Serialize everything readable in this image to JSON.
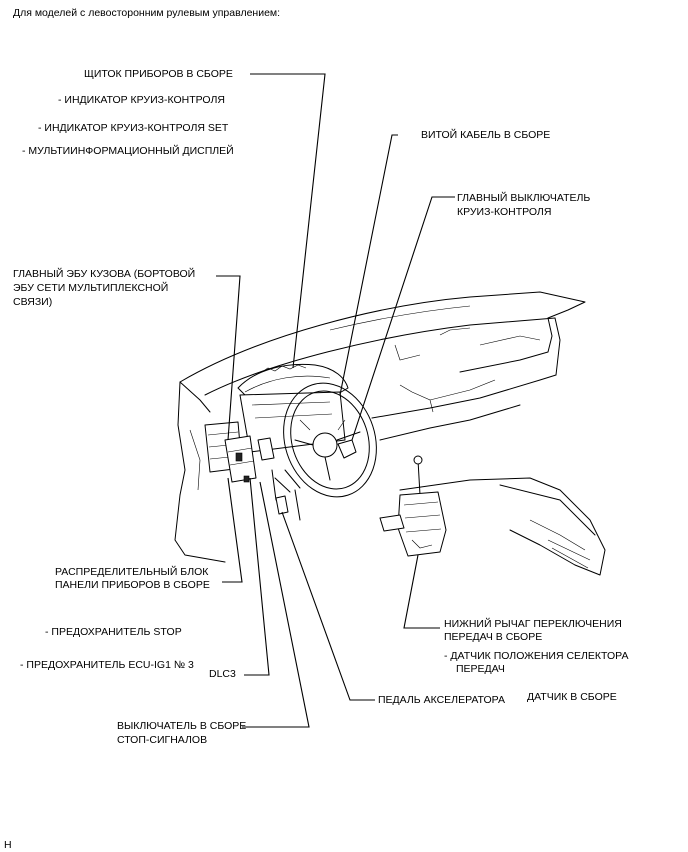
{
  "header": {
    "title": "Для моделей с левосторонним рулевым управлением:"
  },
  "labels": {
    "instrument_cluster": "ЩИТОК ПРИБОРОВ В СБОРЕ",
    "cruise_indicator": "- ИНДИКАТОР КРУИЗ-КОНТРОЛЯ",
    "cruise_set_indicator": "- ИНДИКАТОР КРУИЗ-КОНТРОЛЯ SET",
    "multi_display": "- МУЛЬТИИНФОРМАЦИОННЫЙ ДИСПЛЕЙ",
    "spiral_cable": "ВИТОЙ КАБЕЛЬ В СБОРЕ",
    "cruise_switch_1": "ГЛАВНЫЙ ВЫКЛЮЧАТЕЛЬ",
    "cruise_switch_2": "КРУИЗ-КОНТРОЛЯ",
    "body_ecu_1": "ГЛАВНЫЙ ЭБУ КУЗОВА (БОРТОВОЙ",
    "body_ecu_2": "ЭБУ СЕТИ МУЛЬТИПЛЕКСНОЙ",
    "body_ecu_3": "СВЯЗИ)",
    "junction_block_1": "РАСПРЕДЕЛИТЕЛЬНЫЙ БЛОК",
    "junction_block_2": "ПАНЕЛИ ПРИБОРОВ В СБОРЕ",
    "fuse_stop": "- ПРЕДОХРАНИТЕЛЬ STOP",
    "fuse_ecu": "- ПРЕДОХРАНИТЕЛЬ ECU-IG1 № 3",
    "dlc3": "DLC3",
    "stop_switch_1": "ВЫКЛЮЧАТЕЛЬ  В СБОРЕ",
    "stop_switch_2": "СТОП-СИГНАЛОВ",
    "accel_pedal": "ПЕДАЛЬ АКСЕЛЕРАТОРА",
    "sensor_assy": "ДАТЧИК В СБОРЕ",
    "shift_lever_1": "НИЖНИЙ РЫЧАГ ПЕРЕКЛЮЧЕНИЯ",
    "shift_lever_2": "ПЕРЕДАЧ В СБОРЕ",
    "shift_sensor_1": "- ДАТЧИК ПОЛОЖЕНИЯ СЕЛЕКТОРА",
    "shift_sensor_2": "ПЕРЕДАЧ"
  },
  "footer": {
    "code": "H"
  }
}
